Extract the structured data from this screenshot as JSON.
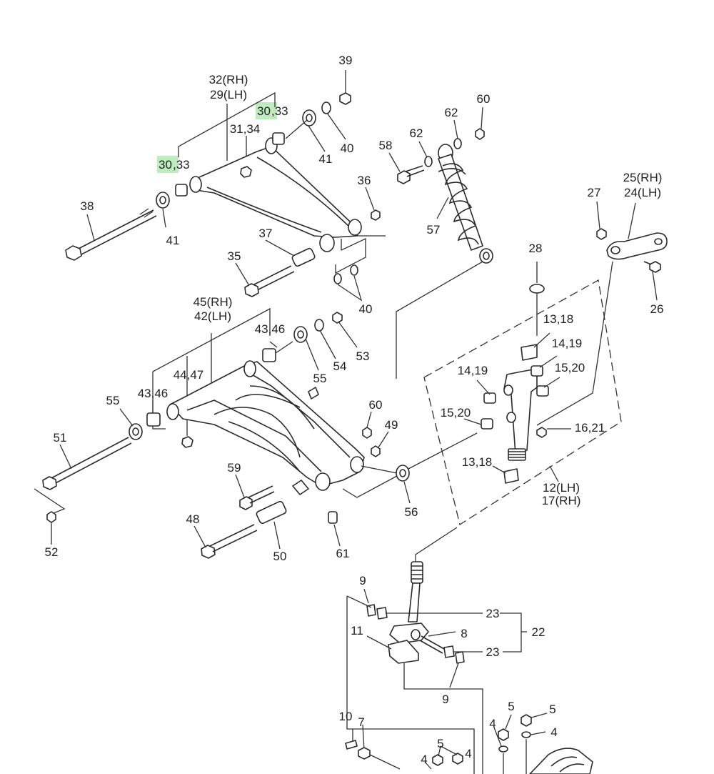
{
  "labels": {
    "l39": "39",
    "l32rh": "32(RH)",
    "l29lh": "29(LH)",
    "l30a_hl": "30",
    "l30a_rest": ",33",
    "l3134": "31,34",
    "l40a": "40",
    "l41a": "41",
    "l30b_hl": "30",
    "l30b_rest": ",33",
    "l38": "38",
    "l41b": "41",
    "l36": "36",
    "l37": "37",
    "l35": "35",
    "l40b": "40",
    "l60a": "60",
    "l62a": "62",
    "l62b": "62",
    "l58": "58",
    "l57": "57",
    "l25rh": "25(RH)",
    "l24lh": "24(LH)",
    "l27": "27",
    "l26": "26",
    "l28": "28",
    "l1318a": "13,18",
    "l1419a": "14,19",
    "l1520a": "15,20",
    "l1419b": "14,19",
    "l1520b": "15,20",
    "l1621": "16,21",
    "l1318b": "13,18",
    "l12lh": "12(LH)",
    "l17rh": "17(RH)",
    "l45rh": "45(RH)",
    "l42lh": "42(LH)",
    "l4346a": "43,46",
    "l53": "53",
    "l54": "54",
    "l55a": "55",
    "l4447": "44,47",
    "l4346b": "43,46",
    "l55b": "55",
    "l51": "51",
    "l60b": "60",
    "l49": "49",
    "l56": "56",
    "l59": "59",
    "l48": "48",
    "l50": "50",
    "l61": "61",
    "l52": "52",
    "l9a": "9",
    "l23a": "23",
    "l22": "22",
    "l11": "11",
    "l8": "8",
    "l23b": "23",
    "l9b": "9",
    "l10": "10",
    "l7": "7",
    "l5a": "5",
    "l4a": "4",
    "l5b": "5",
    "l4b": "4",
    "l5c": "5",
    "l4c": "4",
    "l4d": "4"
  },
  "colors": {
    "highlight": "#a8e6a8",
    "line": "#2a2a2a"
  }
}
